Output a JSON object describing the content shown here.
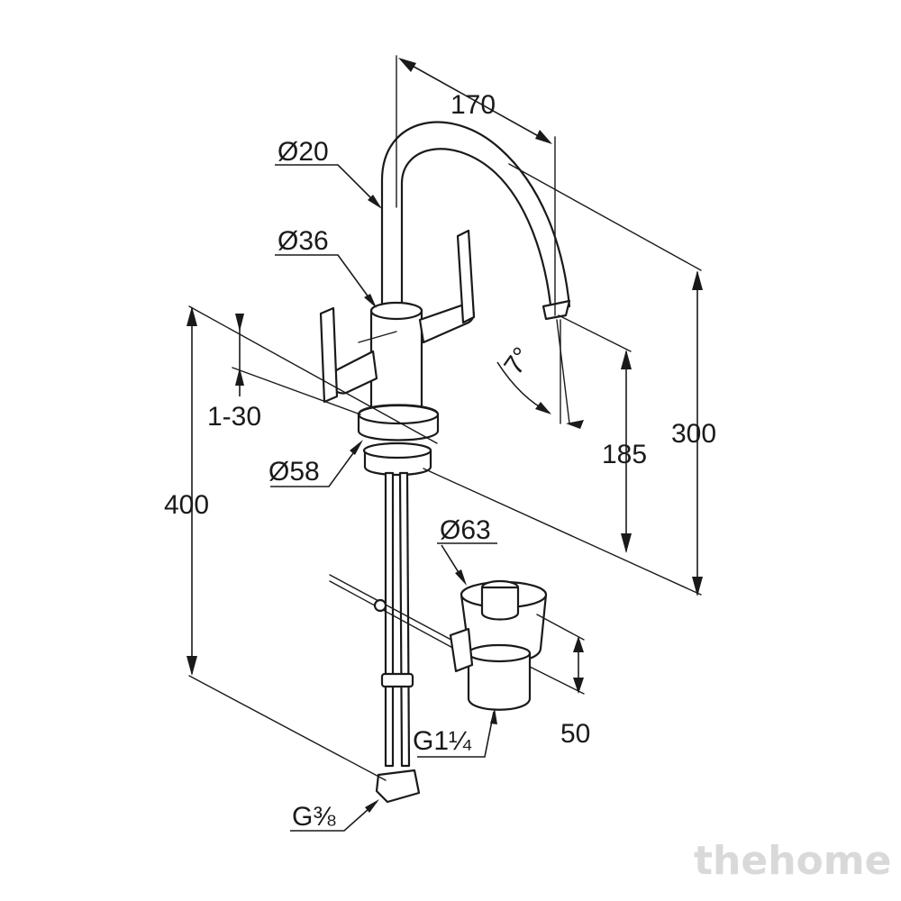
{
  "dimensions": {
    "spout_reach": "170",
    "spout_diameter": "Ø20",
    "body_diameter": "Ø36",
    "height_spout_outlet": "185",
    "total_height": "300",
    "deck_thickness": "1-30",
    "hose_length": "400",
    "base_diameter": "Ø58",
    "spout_angle": "7°",
    "waste_diameter": "Ø63",
    "waste_thread": "G1¼",
    "waste_adjust": "50",
    "hose_thread": "G⅜"
  },
  "watermark": "thehome"
}
